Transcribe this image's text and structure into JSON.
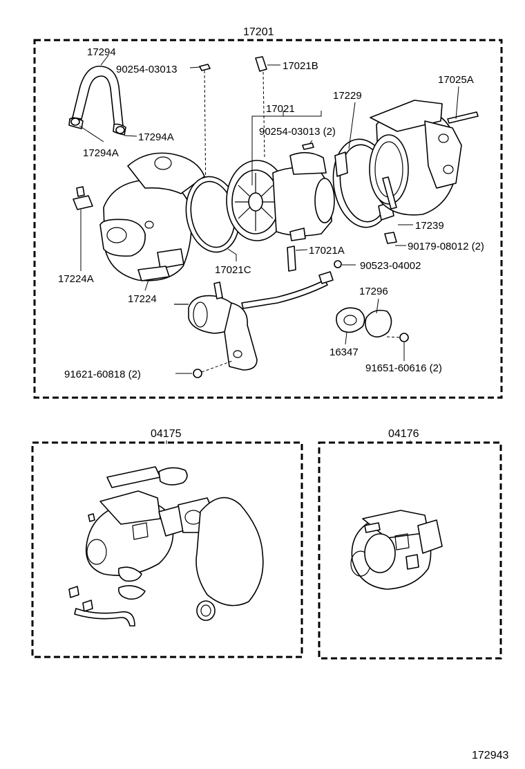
{
  "diagram_id": "172943",
  "groups": {
    "assembly": {
      "label": "17201"
    },
    "kit_a": {
      "label": "04175"
    },
    "kit_b": {
      "label": "04176"
    }
  },
  "callouts": {
    "hose": "17294",
    "pin_top": "90254-03013",
    "bolt_top": "17021B",
    "clip_right": "17294A",
    "clip_left": "17294A",
    "cartridge": "17021",
    "pin_mid": "90254-03013 (2)",
    "clamp": "17229",
    "stud": "17025A",
    "union": "17224A",
    "clamp_bolt": "17239",
    "nut_clamp": "90179-08012 (2)",
    "bolt_mid": "17021A",
    "ring": "17021C",
    "nut_small": "90523-04002",
    "turbine_housing": "17224",
    "plate": "17296",
    "gasket": "16347",
    "nut_left": "91621-60818 (2)",
    "nut_right": "91651-60616 (2)"
  }
}
